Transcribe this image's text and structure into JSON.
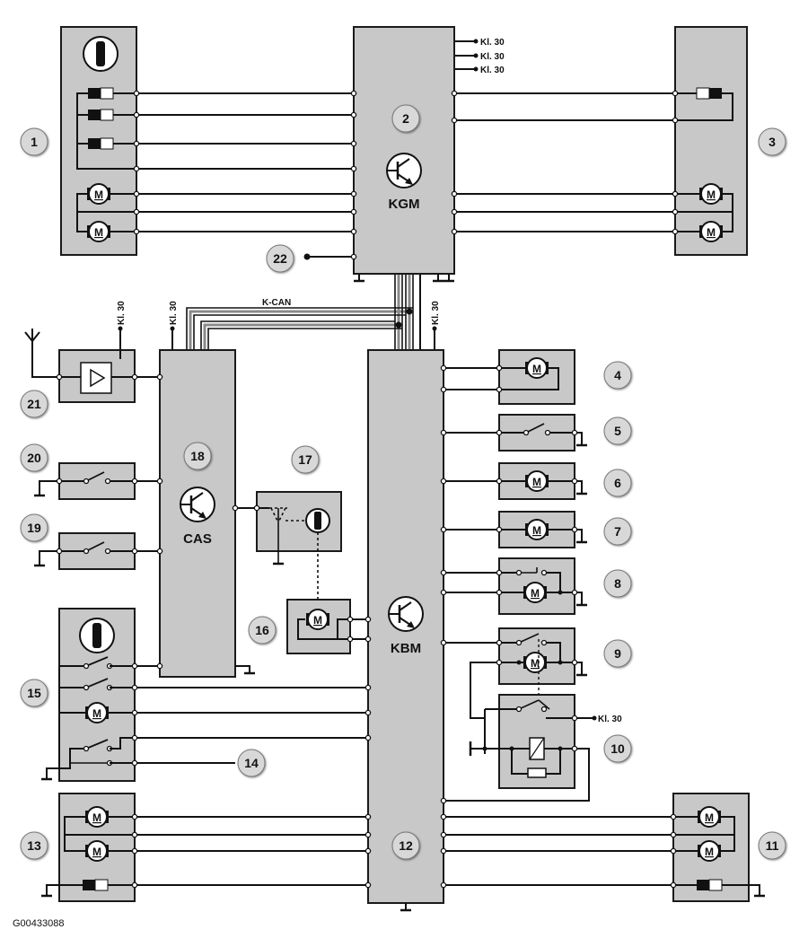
{
  "modules": {
    "kgm": "KGM",
    "kbm": "KBM",
    "cas": "CAS"
  },
  "bus_label": "K-CAN",
  "terminal_label": "Kl. 30",
  "reference": "G00433088",
  "motor_label": "M",
  "component_numbers": [
    "1",
    "2",
    "3",
    "4",
    "5",
    "6",
    "7",
    "8",
    "9",
    "10",
    "11",
    "12",
    "13",
    "14",
    "15",
    "16",
    "17",
    "18",
    "19",
    "20",
    "21",
    "22"
  ]
}
